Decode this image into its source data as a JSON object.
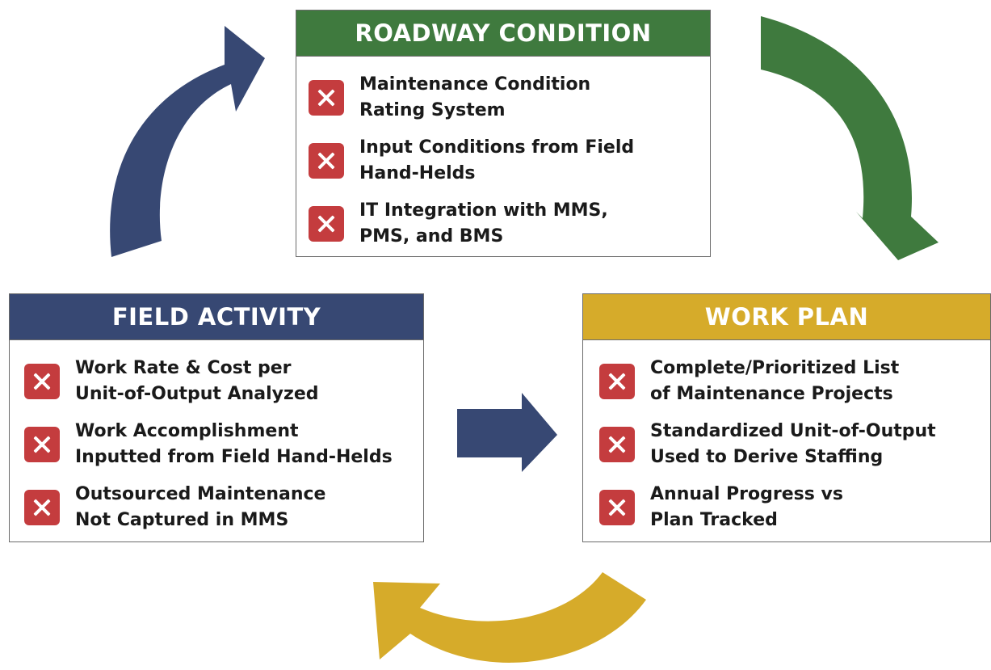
{
  "colors": {
    "green": "#3f7a3e",
    "navy": "#374873",
    "gold": "#d6ab2a",
    "x_box": "#c43c3e"
  },
  "roadway": {
    "title": "ROADWAY CONDITION",
    "items": [
      {
        "line1": "Maintenance Condition",
        "line2": "Rating System"
      },
      {
        "line1": "Input Conditions from Field",
        "line2": "Hand-Helds"
      },
      {
        "line1": "IT Integration with MMS,",
        "line2": "PMS, and BMS"
      }
    ]
  },
  "field": {
    "title": "FIELD ACTIVITY",
    "items": [
      {
        "line1": "Work Rate & Cost per",
        "line2": "Unit-of-Output Analyzed"
      },
      {
        "line1": "Work Accomplishment",
        "line2": "Inputted from Field Hand-Helds"
      },
      {
        "line1": "Outsourced Maintenance",
        "line2": "Not Captured in MMS"
      }
    ]
  },
  "workplan": {
    "title": "WORK PLAN",
    "items": [
      {
        "line1": "Complete/Prioritized List",
        "line2": "of Maintenance Projects"
      },
      {
        "line1": "Standardized Unit-of-Output",
        "line2": "Used to Derive Staffing"
      },
      {
        "line1": "Annual Progress vs",
        "line2": "Plan Tracked"
      }
    ]
  }
}
